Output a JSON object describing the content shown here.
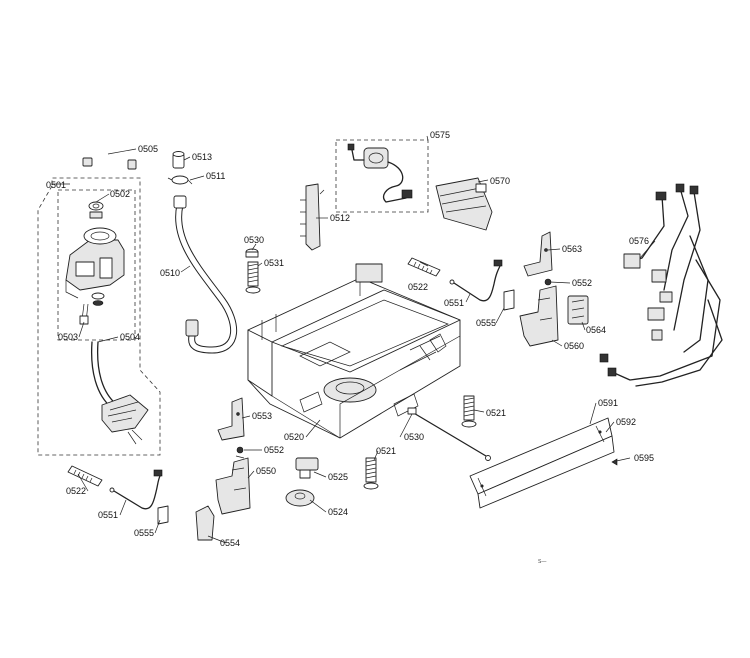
{
  "labels": {
    "p0501": "0501",
    "p0502": "0502",
    "p0503": "0503",
    "p0504": "0504",
    "p0505": "0505",
    "p0510": "0510",
    "p0511": "0511",
    "p0512": "0512",
    "p0513": "0513",
    "p0520": "0520",
    "p0521a": "0521",
    "p0521b": "0521",
    "p0522a": "0522",
    "p0522b": "0522",
    "p0524": "0524",
    "p0525": "0525",
    "p0530a": "0530",
    "p0530b": "0530",
    "p0531": "0531",
    "p0550": "0550",
    "p0551a": "0551",
    "p0551b": "0551",
    "p0552a": "0552",
    "p0552b": "0552",
    "p0553": "0553",
    "p0554": "0554",
    "p0555a": "0555",
    "p0555b": "0555",
    "p0560": "0560",
    "p0563": "0563",
    "p0564": "0564",
    "p0570": "0570",
    "p0575": "0575",
    "p0576": "0576",
    "p0591": "0591",
    "p0592": "0592",
    "p0595": "0595"
  },
  "footer_code": "S—"
}
